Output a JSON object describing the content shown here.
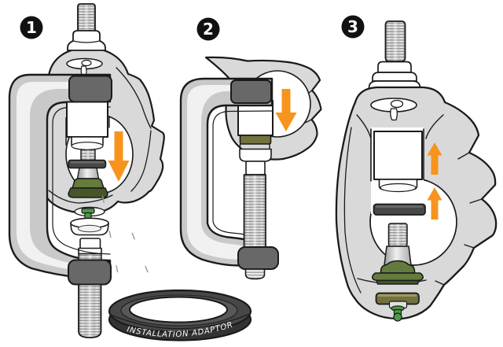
{
  "diagram": {
    "steps": [
      {
        "number": "1",
        "arrow_direction": "down"
      },
      {
        "number": "2",
        "arrow_direction": "down"
      },
      {
        "number": "3",
        "arrow_direction": "up"
      }
    ],
    "adaptor_label": "INSTALLATION ADAPTOR"
  },
  "colors": {
    "outline": "#1a1a1a",
    "metal_light": "#d9d9d9",
    "metal_mid": "#c9c9c9",
    "metal_dark": "#686868",
    "arrow_orange": "#f7941e",
    "boot_green": "#637c3d",
    "boot_green_dark": "#47552b",
    "olive": "#72713f",
    "fitting_green": "#4e9a47",
    "ring_gray": "#474747",
    "ring_text": "#ffffff",
    "badge_black": "#111111"
  }
}
